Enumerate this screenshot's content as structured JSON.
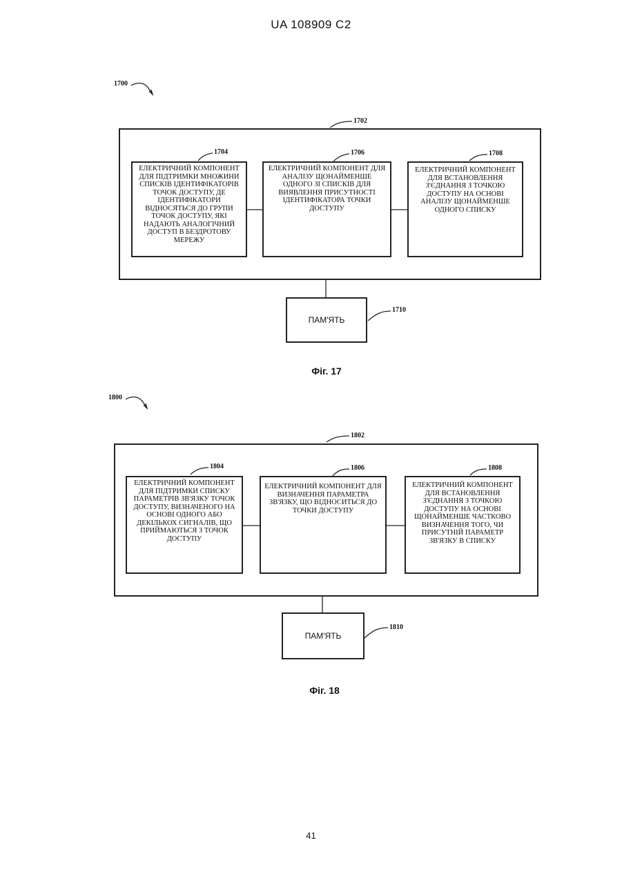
{
  "header": {
    "patent_id": "UA   108909   C2"
  },
  "figures": [
    {
      "caption": "Фіг. 17",
      "ref_main": "1700",
      "ref_outer": "1702",
      "components": [
        {
          "ref": "1704",
          "text": "ЕЛЕКТРИЧНИЙ КОМПОНЕНТ ДЛЯ ПІДТРИМКИ МНОЖИНИ СПИСКІВ ІДЕНТИФІКАТОРІВ ТОЧОК ДОСТУПУ, ДЕ ІДЕНТИФІКАТОРИ ВІДНОСЯТЬСЯ ДО ГРУПИ ТОЧОК ДОСТУПУ, ЯКІ НАДАЮТЬ АНАЛОГІЧНИЙ ДОСТУП В БЕЗДРОТОВУ МЕРЕЖУ"
        },
        {
          "ref": "1706",
          "text": "ЕЛЕКТРИЧНИЙ КОМПОНЕНТ ДЛЯ АНАЛІЗУ ЩОНАЙМЕНШЕ ОДНОГО ЗІ СПИСКІВ ДЛЯ ВИЯВЛЕННЯ ПРИСУТНОСТІ ІДЕНТИФІКАТОРА ТОЧКИ ДОСТУПУ"
        },
        {
          "ref": "1708",
          "text": "ЕЛЕКТРИЧНИЙ КОМПОНЕНТ ДЛЯ ВСТАНОВЛЕННЯ З'ЄДНАННЯ З ТОЧКОЮ ДОСТУПУ НА ОСНОВІ АНАЛІЗУ ЩОНАЙМЕНШЕ ОДНОГО СПИСКУ"
        }
      ],
      "memory": {
        "ref": "1710",
        "label": "ПАМ'ЯТЬ"
      }
    },
    {
      "caption": "Фіг. 18",
      "ref_main": "1800",
      "ref_outer": "1802",
      "components": [
        {
          "ref": "1804",
          "text": "ЕЛЕКТРИЧНИЙ КОМПОНЕНТ ДЛЯ ПІДТРИМКИ СПИСКУ ПАРАМЕТРІВ ЗВ'ЯЗКУ ТОЧОК ДОСТУПУ, ВИЗНАЧЕНОГО НА ОСНОВІ ОДНОГО АБО ДЕКІЛЬКОХ СИГНАЛІВ, ЩО ПРИЙМАЮТЬСЯ З ТОЧОК ДОСТУПУ"
        },
        {
          "ref": "1806",
          "text": "ЕЛЕКТРИЧНИЙ КОМПОНЕНТ ДЛЯ ВИЗНАЧЕННЯ ПАРАМЕТРА ЗВ'ЯЗКУ, ЩО ВІДНОСИТЬСЯ ДО ТОЧКИ ДОСТУПУ"
        },
        {
          "ref": "1808",
          "text": "ЕЛЕКТРИЧНИЙ КОМПОНЕНТ ДЛЯ ВСТАНОВЛЕННЯ З'ЄДНАННЯ З ТОЧКОЮ ДОСТУПУ НА ОСНОВІ ЩОНАЙМЕНШЕ ЧАСТКОВО ВИЗНАЧЕННЯ ТОГО, ЧИ ПРИСУТНІЙ ПАРАМЕТР ЗВ'ЯЗКУ В СПИСКУ"
        }
      ],
      "memory": {
        "ref": "1810",
        "label": "ПАМ'ЯТЬ"
      }
    }
  ],
  "page_number": "41"
}
